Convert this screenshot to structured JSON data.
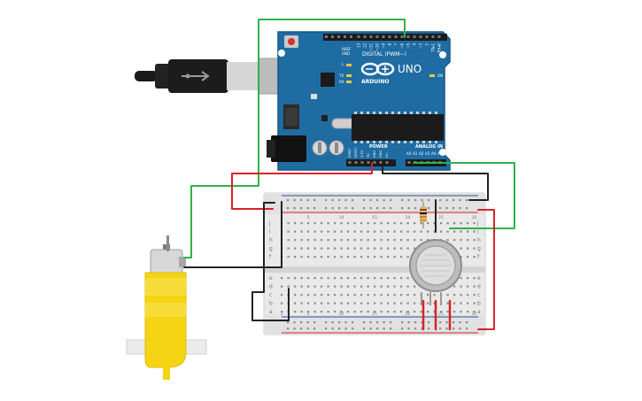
{
  "board": {
    "brand": "ARDUINO",
    "model": "UNO",
    "digital_header_label": "DIGITAL (PWM~)",
    "power_label": "POWER",
    "analog_label": "ANALOG IN",
    "on_led_label": "ON",
    "tx_label": "TX",
    "rx_label": "RX",
    "l_label": "L",
    "aref_label": "AREF",
    "gnd_label": "GND",
    "digital_pins": [
      "13",
      "12",
      "~11",
      "~10",
      "~9",
      "8",
      "7",
      "~6",
      "~5",
      "4",
      "~3",
      "2",
      "TX▸1",
      "RX◂0"
    ],
    "power_pins": [
      "IOREF",
      "RESET",
      "3.3V",
      "5V",
      "GND",
      "GND",
      "Vin"
    ],
    "analog_pins": [
      "A0",
      "A1",
      "A2",
      "A3",
      "A4",
      "A5"
    ]
  },
  "breadboard": {
    "row_letters_top": [
      "j",
      "i",
      "h",
      "g",
      "f"
    ],
    "row_letters_bottom": [
      "e",
      "d",
      "c",
      "b",
      "a"
    ],
    "column_numbers": [
      "1",
      "5",
      "10",
      "15",
      "20",
      "25",
      "30"
    ]
  },
  "colors": {
    "board_blue": "#1f6ca3",
    "wire_green": "#2fb34a",
    "wire_red": "#d8232a",
    "wire_black": "#222222",
    "motor_yellow": "#f5d414"
  },
  "components": {
    "usb_cable": "usb-cable-icon",
    "resistor": "resistor-icon",
    "gas_sensor": "gas-sensor-icon",
    "dc_motor": "dc-gear-motor-icon"
  }
}
